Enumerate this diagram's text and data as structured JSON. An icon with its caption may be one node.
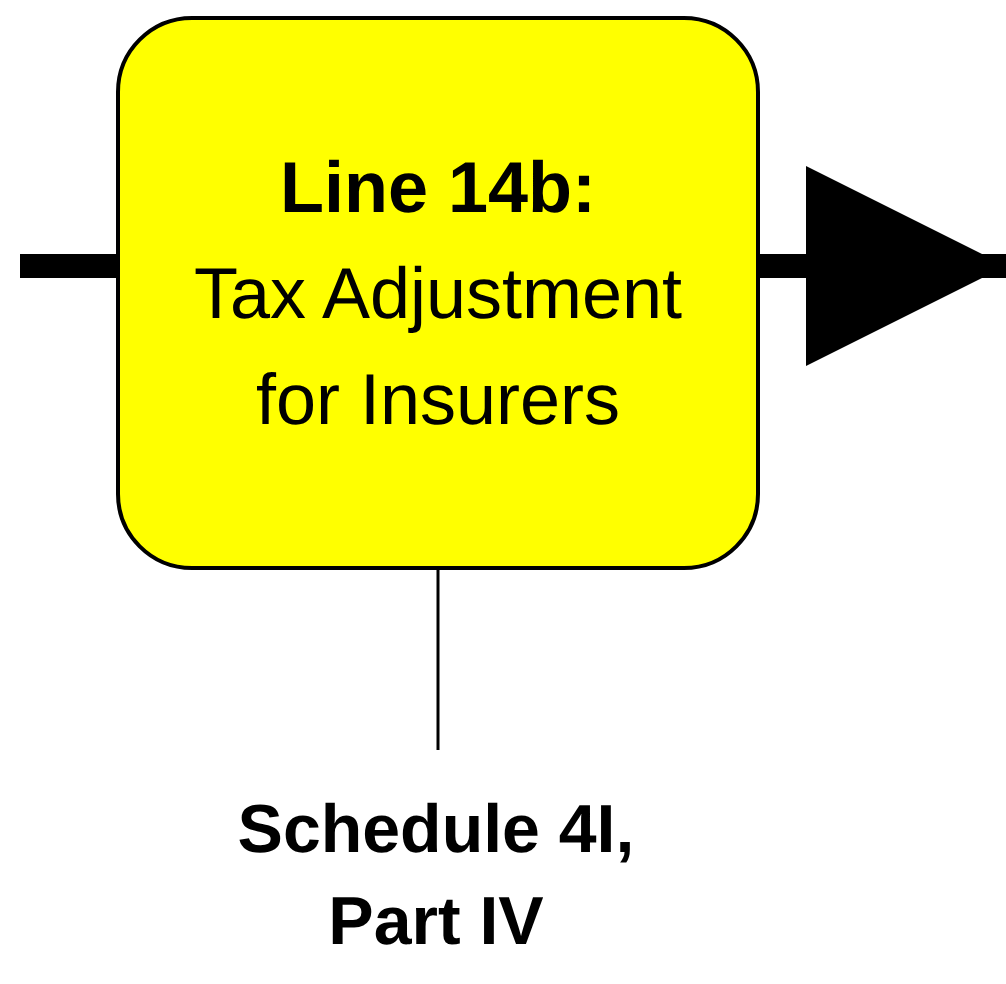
{
  "diagram": {
    "nodes": [
      {
        "text": [
          "Line 14b:",
          "Tax Adjustment for Insurers"
        ]
      },
      {
        "text": [
          "Schedule 4I, Part IV"
        ]
      }
    ],
    "edges": [
      {
        "from": null,
        "to": 0,
        "arrow": "none"
      },
      {
        "from": 0,
        "to": null,
        "arrow": "to"
      },
      {
        "from": 1,
        "to": 0,
        "arrow": "none"
      }
    ]
  }
}
